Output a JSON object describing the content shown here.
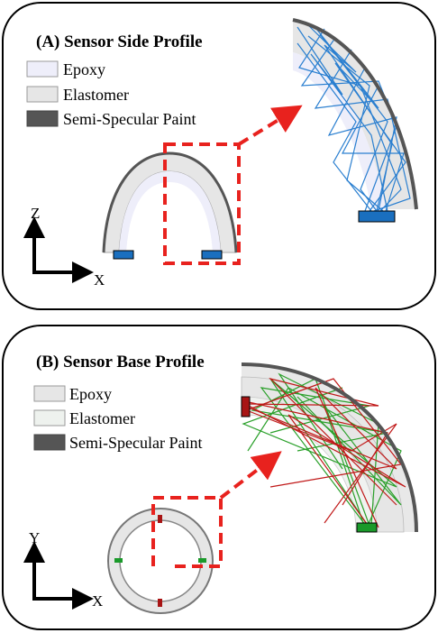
{
  "panels": [
    {
      "id": "A",
      "title": "(A) Sensor Side Profile",
      "legend": [
        {
          "label": "Epoxy",
          "color": "#eeeefa"
        },
        {
          "label": "Elastomer",
          "color": "#e6e6e6"
        },
        {
          "label": "Semi-Specular Paint",
          "color": "#555555"
        }
      ],
      "axes": {
        "vertical": "Z",
        "horizontal": "X"
      },
      "sensor_color": "#1a6fbf",
      "ray_colors": [
        "#2a7fd0"
      ]
    },
    {
      "id": "B",
      "title": "(B) Sensor Base Profile",
      "legend": [
        {
          "label": "Epoxy",
          "color": "#e6e6e6"
        },
        {
          "label": "Elastomer",
          "color": "#eef2ee"
        },
        {
          "label": "Semi-Specular Paint",
          "color": "#555555"
        }
      ],
      "axes": {
        "vertical": "Y",
        "horizontal": "X"
      },
      "sensor_colors": [
        "#1a9a2a",
        "#a81414"
      ],
      "ray_colors": [
        "#2aa02a",
        "#c01818"
      ]
    }
  ],
  "colors": {
    "highlight_dash": "#e8221e",
    "panel_border": "#000000"
  }
}
